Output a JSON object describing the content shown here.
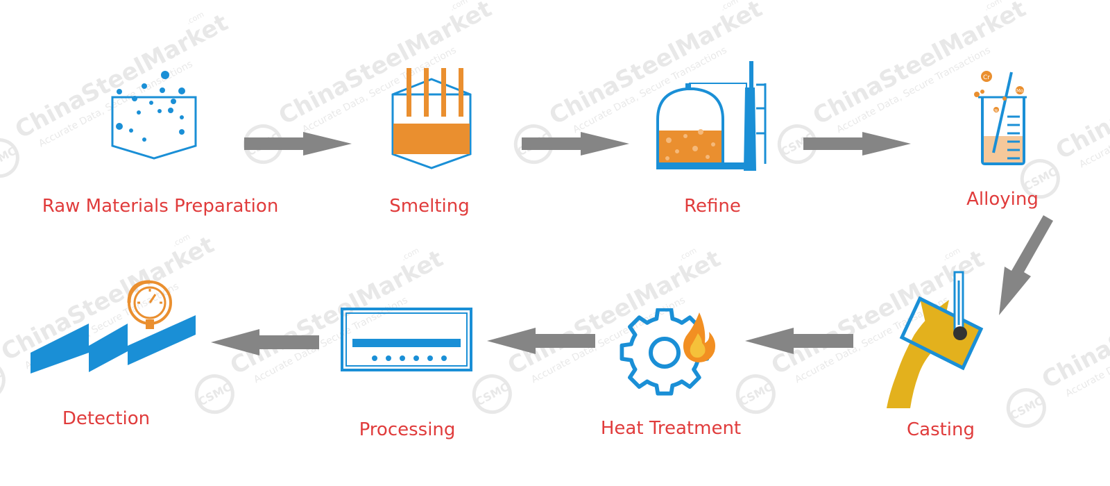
{
  "colors": {
    "label": "#e03b3b",
    "blue": "#1a8fd6",
    "orange": "#ea8f2f",
    "arrow": "#858585",
    "yellow": "#e3b11d"
  },
  "watermark": {
    "brand": "ChinaSteelMarket",
    "tagline": "Accurate Data, Secure Transactions",
    "logo": "CSMC",
    "suffix": ".com"
  },
  "steps": [
    {
      "label": "Raw Materials Preparation",
      "icon": "raw-materials-icon"
    },
    {
      "label": "Smelting",
      "icon": "smelting-furnace-icon"
    },
    {
      "label": "Refine",
      "icon": "refining-vessel-icon"
    },
    {
      "label": "Alloying",
      "icon": "beaker-icon"
    },
    {
      "label": "Casting",
      "icon": "pouring-ladle-icon"
    },
    {
      "label": "Heat Treatment",
      "icon": "gear-fire-icon"
    },
    {
      "label": "Processing",
      "icon": "processing-machine-icon"
    },
    {
      "label": "Detection",
      "icon": "gauge-icon"
    }
  ],
  "alloy_elements": [
    "Cr",
    "Ni",
    "Mo"
  ]
}
